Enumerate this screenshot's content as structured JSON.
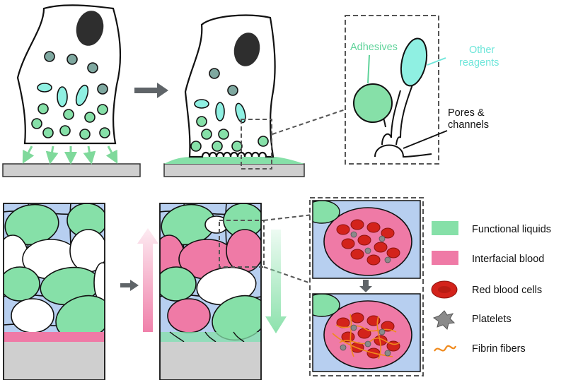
{
  "callout": {
    "adhesives": "Adhesives",
    "other_reagents": [
      "Other",
      "reagents"
    ],
    "pores_channels": [
      "Pores &",
      "channels"
    ]
  },
  "legend": [
    {
      "key": "functional-liquids",
      "label": "Functional liquids",
      "color": "#86e0a8"
    },
    {
      "key": "interfacial-blood",
      "label": "Interfacial blood",
      "color": "#ef7aa6"
    },
    {
      "key": "red-blood-cells",
      "label": "Red blood cells",
      "color": "#d3231b"
    },
    {
      "key": "platelets",
      "label": "Platelets",
      "color": "#8a8a8a"
    },
    {
      "key": "fibrin-fibers",
      "label": "Fibrin fibers",
      "color": "#f08a1c"
    }
  ],
  "colors": {
    "green": "#86e0a8",
    "cyan": "#8ff0e2",
    "teal_gray": "#7fa8a0",
    "pink": "#ef7aa6",
    "blue_bg": "#b7cff0",
    "substrate": "#cfcfcf",
    "nucleus": "#2e2e2e",
    "adhesive_label": "#5fd39a",
    "reagent_label": "#6fe6da"
  }
}
